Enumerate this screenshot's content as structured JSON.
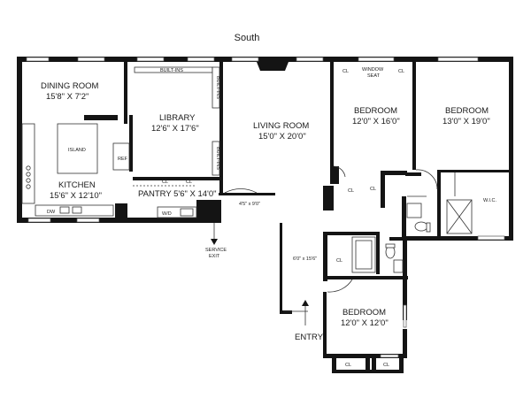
{
  "compass": "South",
  "rooms": {
    "dining": {
      "name": "DINING ROOM",
      "dims": "15'8\" X 7'2\""
    },
    "library": {
      "name": "LIBRARY",
      "dims": "12'6\" X 17'6\""
    },
    "living": {
      "name": "LIVING ROOM",
      "dims": "15'0\" X 20'0\""
    },
    "bedroom1": {
      "name": "BEDROOM",
      "dims": "12'0\" X 16'0\""
    },
    "bedroom2": {
      "name": "BEDROOM",
      "dims": "13'0\" X 19'0\""
    },
    "kitchen": {
      "name": "KITCHEN",
      "dims": "15'6\" X 12'10\""
    },
    "pantry": {
      "name": "PANTRY 5'6\" X 14'0\""
    },
    "bedroom3": {
      "name": "BEDROOM",
      "dims": "12'0\" X 12'0\""
    }
  },
  "labels": {
    "builtins": "BUILT-INS",
    "window_seat_1": "WINDOW",
    "window_seat_2": "SEAT",
    "island": "ISLAND",
    "ref": "REF",
    "dw": "DW",
    "wd": "W/D",
    "wic": "W.I.C.",
    "cl": "CL",
    "hall_dims_1": "4'5\" x 9'0\"",
    "hall_dims_2": "6'0\" x 15'6\"",
    "service_exit_1": "SERVICE",
    "service_exit_2": "EXIT",
    "entry": "ENTRY"
  }
}
